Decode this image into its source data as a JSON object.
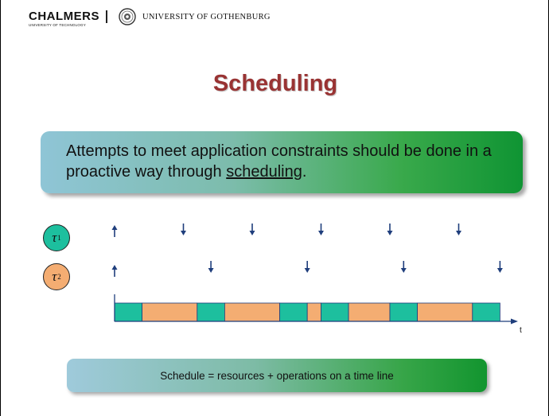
{
  "header": {
    "logo_left": "CHALMERS",
    "logo_left_sub": "UNIVERSITY OF TECHNOLOGY",
    "logo_right": "UNIVERSITY OF GOTHENBURG",
    "seal_icon": "university-seal-icon"
  },
  "title": "Scheduling",
  "intro": {
    "text_before": "Attempts to meet application constraints should be done in a proactive way through ",
    "link_word": "scheduling",
    "text_after": "."
  },
  "tasks": [
    {
      "symbol": "τ",
      "index": "1",
      "color": "#1dbf9e"
    },
    {
      "symbol": "τ",
      "index": "2",
      "color": "#f4ad72"
    }
  ],
  "timeline": {
    "axis_label": "t",
    "colors": {
      "task1": "#1dbf9e",
      "task2": "#f4ad72",
      "arrow": "#1f3e7c"
    },
    "task1_release_up": [
      0
    ],
    "task1_deadlines_down": [
      1,
      2,
      3,
      4,
      5
    ],
    "task2_release_up": [
      0
    ],
    "task2_deadlines_down": [
      1,
      2,
      3,
      4
    ],
    "segments": [
      {
        "task": 1,
        "start": 0.0,
        "end": 1.0
      },
      {
        "task": 2,
        "start": 1.0,
        "end": 3.0
      },
      {
        "task": 1,
        "start": 3.0,
        "end": 4.0
      },
      {
        "task": 2,
        "start": 4.0,
        "end": 6.0
      },
      {
        "task": 1,
        "start": 6.0,
        "end": 7.0
      },
      {
        "task": 2,
        "start": 7.0,
        "end": 7.5
      },
      {
        "task": 1,
        "start": 7.5,
        "end": 8.5
      },
      {
        "task": 2,
        "start": 8.5,
        "end": 10.0
      },
      {
        "task": 1,
        "start": 10.0,
        "end": 11.0
      },
      {
        "task": 2,
        "start": 11.0,
        "end": 13.0
      },
      {
        "task": 1,
        "start": 13.0,
        "end": 14.0
      }
    ]
  },
  "summary": "Schedule = resources + operations on a time line"
}
